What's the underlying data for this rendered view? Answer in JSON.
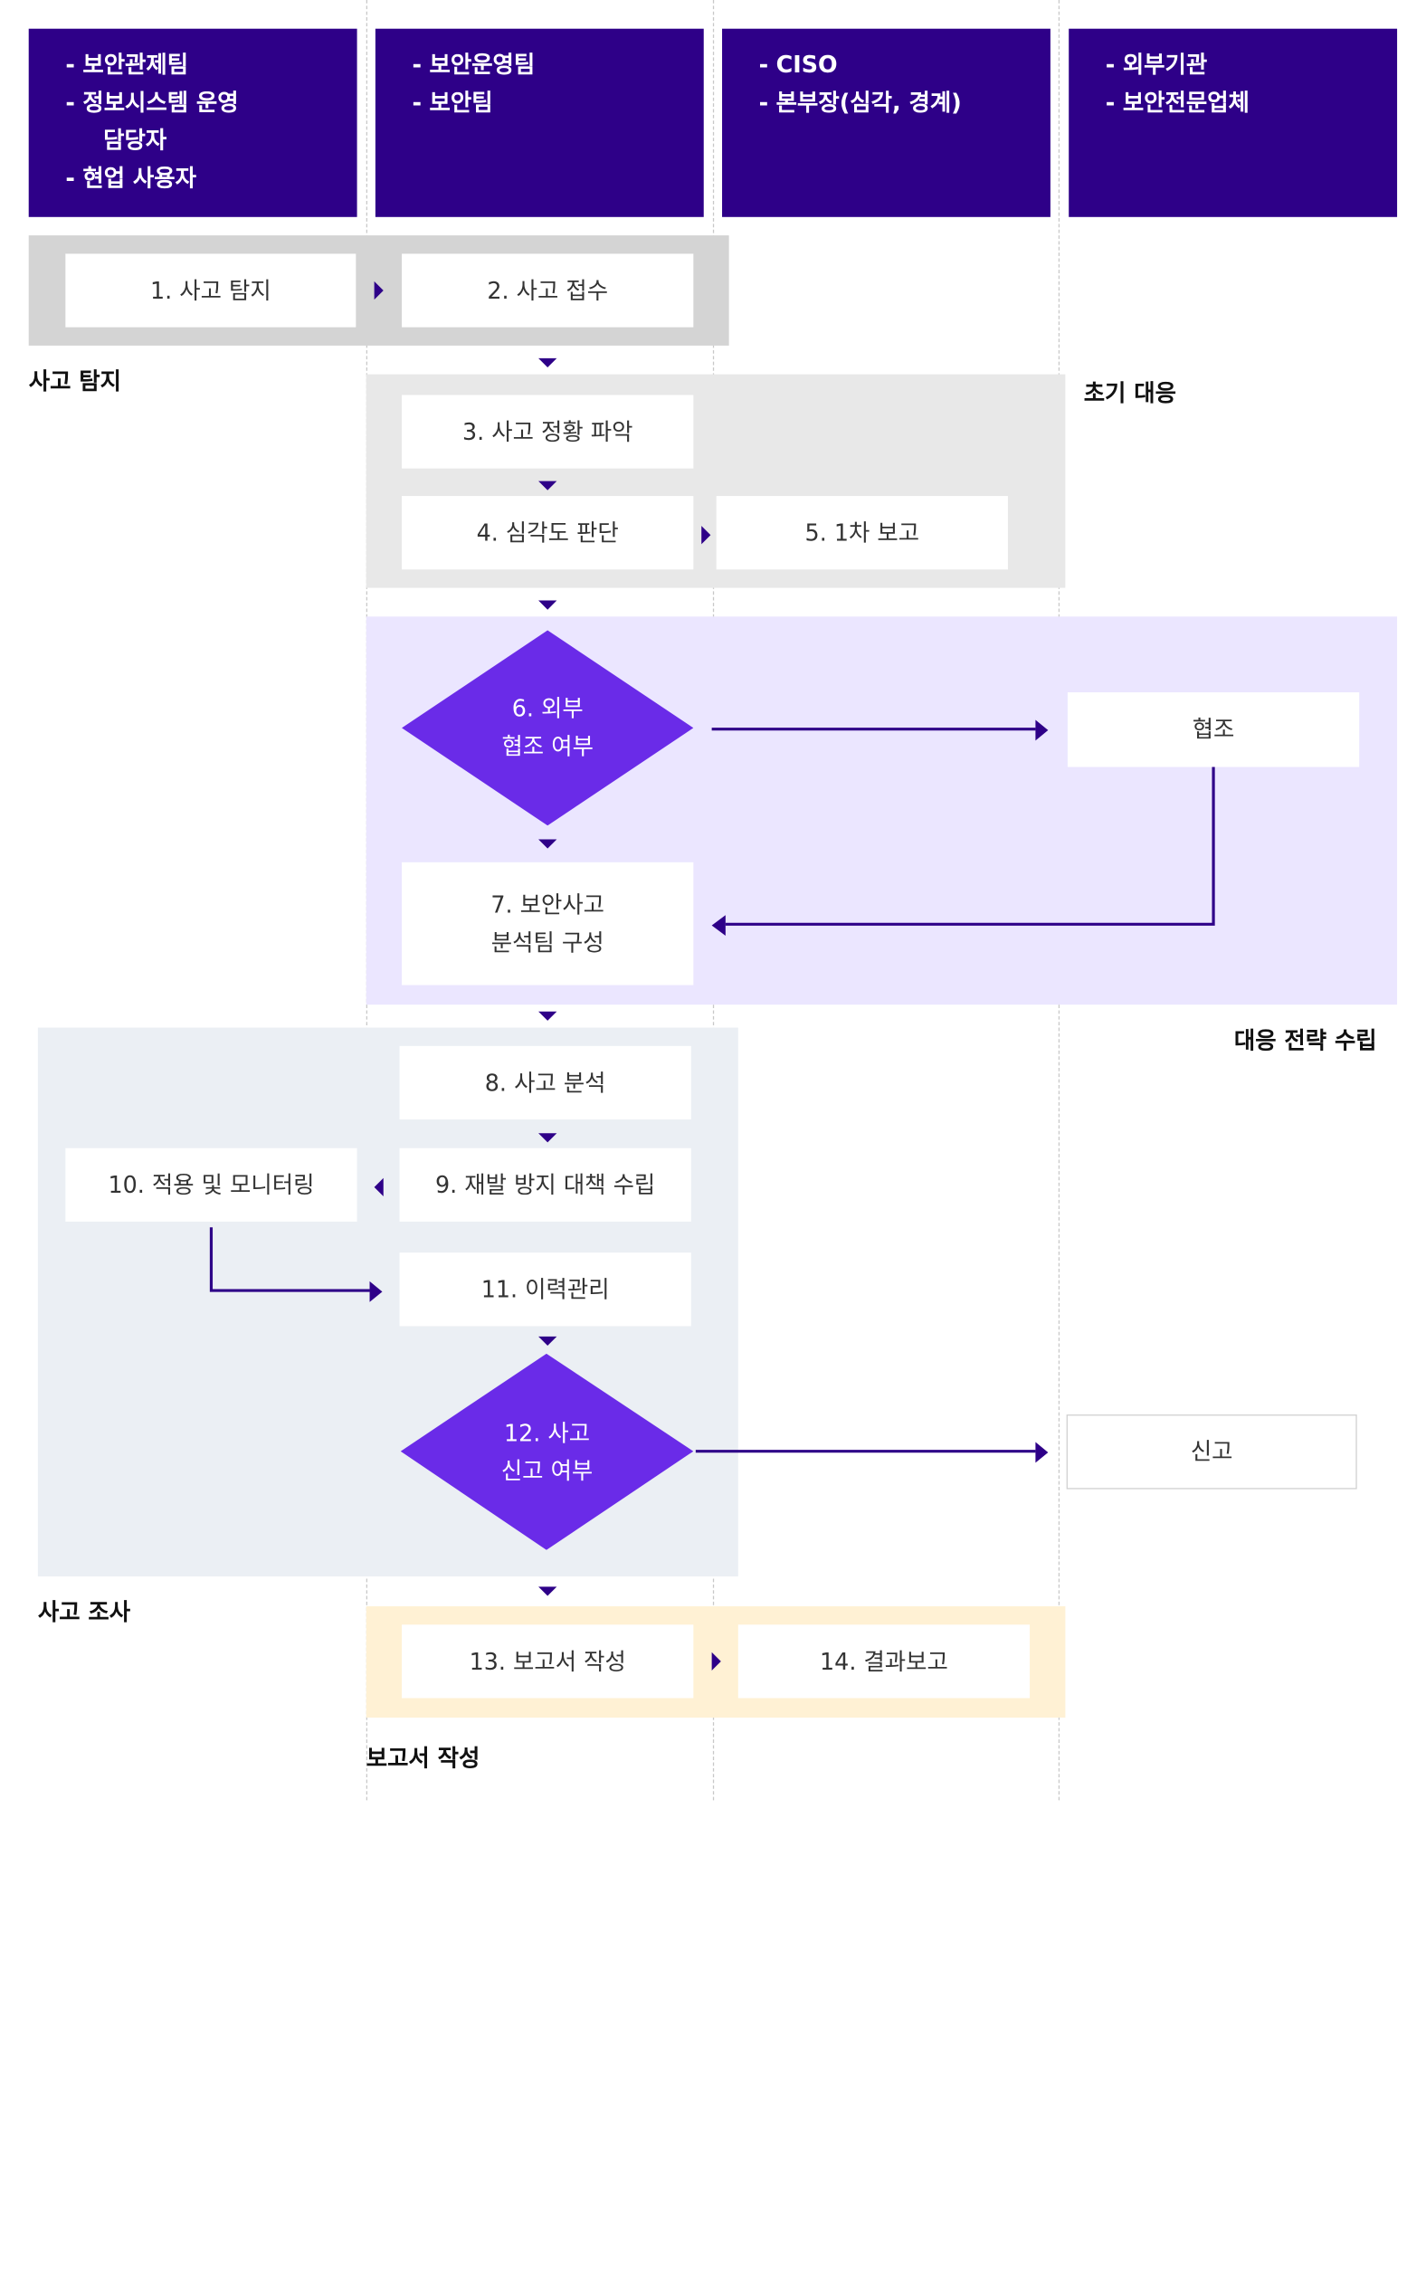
{
  "lanes": [
    {
      "items": [
        "보안관제팀",
        "정보시스템 운영",
        "담당자",
        "현업 사용자"
      ]
    },
    {
      "items": [
        "보안운영팀",
        "보안팀"
      ]
    },
    {
      "items": [
        "CISO",
        "본부장(심각, 경계)"
      ]
    },
    {
      "items": [
        "외부기관",
        "보안전문업체"
      ]
    }
  ],
  "phases": {
    "detection": "사고 탐지",
    "initial_response": "초기 대응",
    "strategy": "대응 전략 수립",
    "investigation": "사고 조사",
    "report": "보고서 작성"
  },
  "steps": {
    "s1": "1. 사고 탐지",
    "s2": "2. 사고 접수",
    "s3": "3. 사고 정황 파악",
    "s4": "4. 심각도 판단",
    "s5": "5. 1차 보고",
    "s6_line1": "6. 외부",
    "s6_line2": "협조 여부",
    "cooperation": "협조",
    "s7_line1": "7. 보안사고",
    "s7_line2": "분석팀 구성",
    "s8": "8. 사고 분석",
    "s9": "9. 재발 방지 대책 수립",
    "s10": "10. 적용 및 모니터링",
    "s11": "11. 이력관리",
    "s12_line1": "12. 사고",
    "s12_line2": "신고 여부",
    "notify": "신고",
    "s13": "13. 보고서 작성",
    "s14": "14. 결과보고"
  },
  "colors": {
    "header": "#2e0088",
    "arrow": "#2e0088",
    "diamond": "#6a2be8",
    "phase_detection": "#d4d4d4",
    "phase_initial": "#e8e8e8",
    "phase_strategy": "#ebe6ff",
    "phase_investigation": "#ebeff4",
    "phase_report": "#fff1d4"
  }
}
